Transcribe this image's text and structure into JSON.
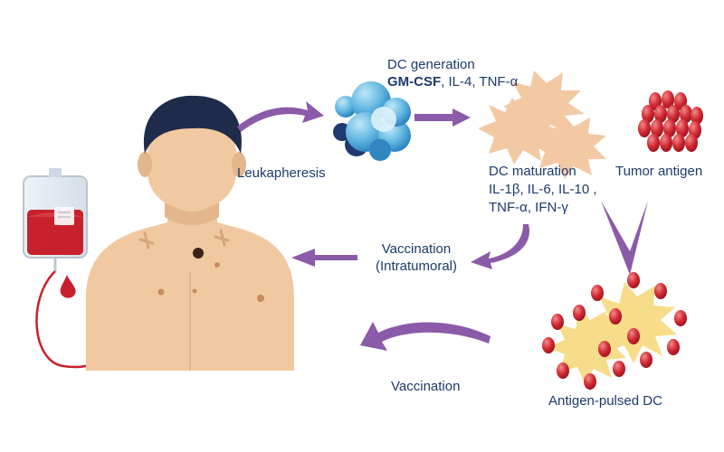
{
  "labels": {
    "leukapheresis": "Leukapheresis",
    "dc_generation": {
      "title": "DC generation",
      "factor_bold": "GM-CSF",
      "factors_rest": ", IL-4, TNF-α"
    },
    "dc_maturation": {
      "title": "DC maturation",
      "line1": "IL-1β, IL-6, IL-10 ,",
      "line2": "TNF-α, IFN-γ"
    },
    "tumor_antigen": "Tumor antigen",
    "antigen_pulsed_dc": "Antigen-pulsed DC",
    "vaccination_intratumoral": {
      "line1": "Vaccination",
      "line2": "(Intratumoral)"
    },
    "vaccination": "Vaccination"
  },
  "colors": {
    "text": "#1d3a6b",
    "arrow": "#8b5aa8",
    "skin": "#f0c9a0",
    "hair": "#1e2b4a",
    "blood": "#c8202c",
    "dc_cell": "#f3c9a4",
    "dc_antigen_pulsed": "#f7dd8a",
    "cell_blue": "#5fb6e0",
    "cell_navy": "#1f3a6e"
  },
  "icons": [
    "blood-bag-icon",
    "patient-icon",
    "blood-cells-icon",
    "dendritic-cell-icon",
    "tumor-antigen-icon",
    "antigen-pulsed-dc-icon"
  ]
}
